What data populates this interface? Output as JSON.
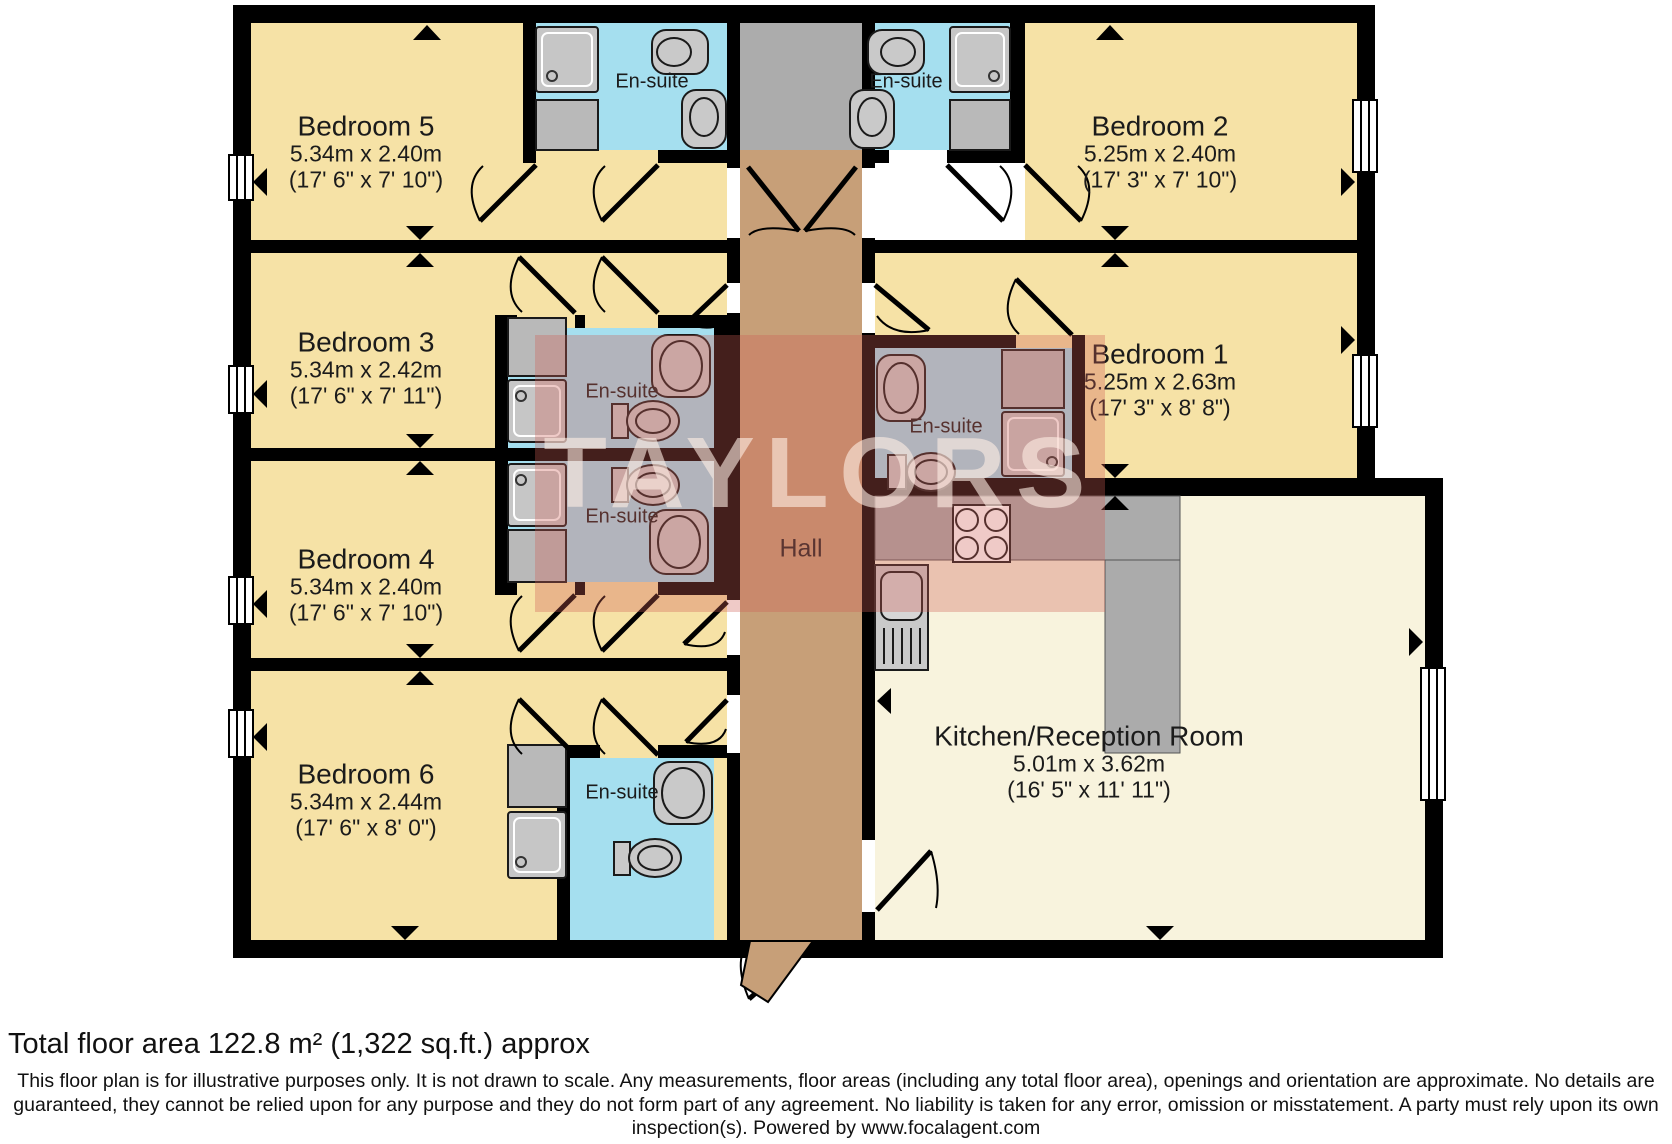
{
  "floorplan": {
    "watermark": "TAYLORS",
    "hall": {
      "label": "Hall"
    },
    "ensuite_label": "En-suite",
    "rooms": [
      {
        "id": "bedroom-5",
        "name": "Bedroom 5",
        "metric": "5.34m x 2.40m",
        "imperial": "(17' 6\" x 7' 10\")"
      },
      {
        "id": "bedroom-2",
        "name": "Bedroom 2",
        "metric": "5.25m x 2.40m",
        "imperial": "(17' 3\" x 7' 10\")"
      },
      {
        "id": "bedroom-3",
        "name": "Bedroom 3",
        "metric": "5.34m x 2.42m",
        "imperial": "(17' 6\" x 7' 11\")"
      },
      {
        "id": "bedroom-1",
        "name": "Bedroom 1",
        "metric": "5.25m x 2.63m",
        "imperial": "(17' 3\" x 8' 8\")"
      },
      {
        "id": "bedroom-4",
        "name": "Bedroom 4",
        "metric": "5.34m x 2.40m",
        "imperial": "(17' 6\" x 7' 10\")"
      },
      {
        "id": "bedroom-6",
        "name": "Bedroom 6",
        "metric": "5.34m x 2.44m",
        "imperial": "(17' 6\" x 8' 0\")"
      },
      {
        "id": "kitchen-reception",
        "name": "Kitchen/Reception Room",
        "metric": "5.01m x 3.62m",
        "imperial": "(16' 5\" x 11' 11\")"
      }
    ],
    "colors": {
      "bedroom_fill": "#F6E2A6",
      "ensuite_fill": "#A5DFEF",
      "hall_fill": "#C79F78",
      "vestibule_fill": "#ACACAC",
      "kitchen_fill": "#F8F3DD",
      "wall": "#000000",
      "fixture_fill": "#C9C9C9",
      "counter_fill": "#ABABAB"
    }
  },
  "footer": {
    "total_area": "Total floor area 122.8 m² (1,322 sq.ft.) approx",
    "disclaimer": "This floor plan is for illustrative purposes only. It is not drawn to scale. Any measurements, floor areas (including any total floor area), openings and orientation are approximate. No details are guaranteed, they cannot be relied upon for any purpose and they do not form part of any agreement. No liability is taken for any error, omission or misstatement. A party must rely upon its own inspection(s). Powered by www.focalagent.com"
  }
}
